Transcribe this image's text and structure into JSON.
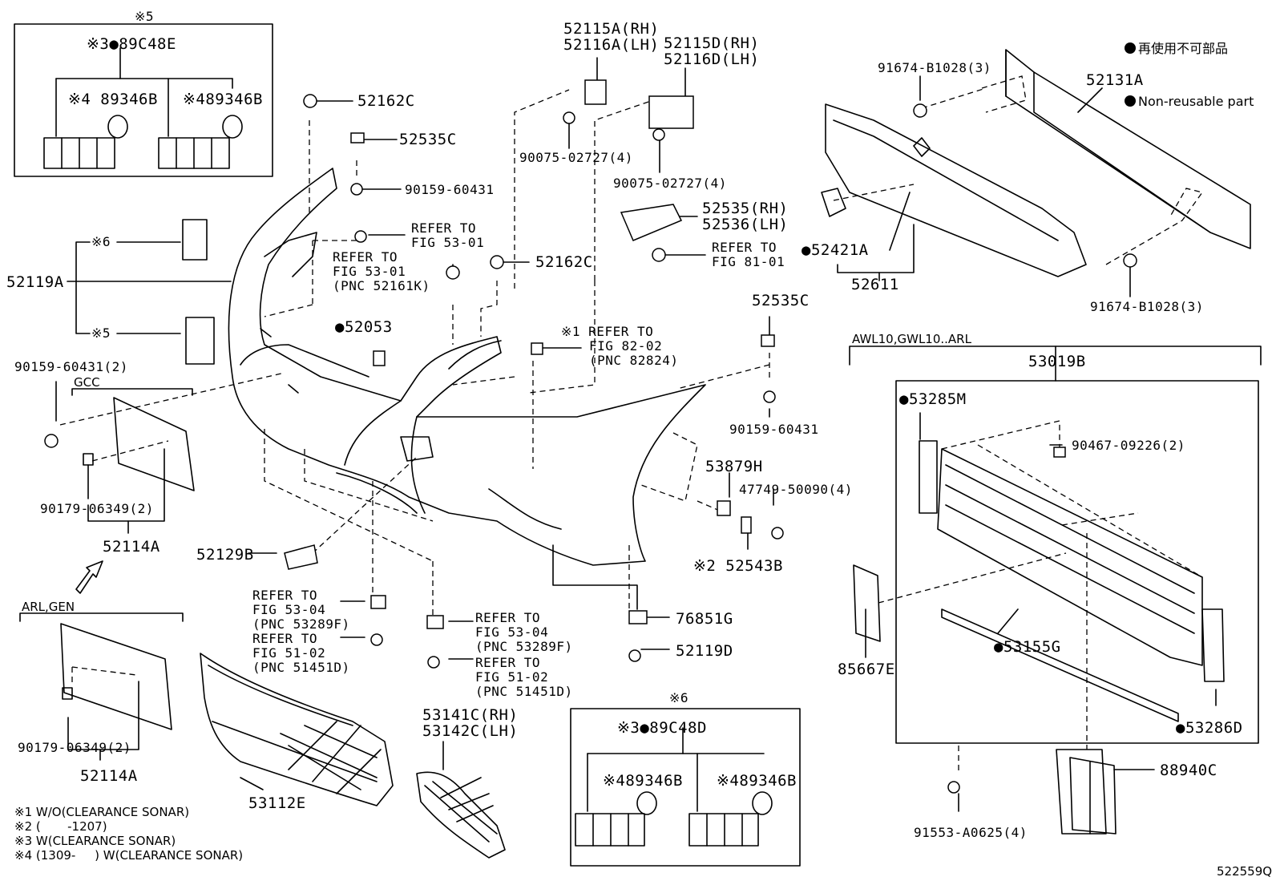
{
  "legend": {
    "jp": "再使用不可部品",
    "en": "Non-reusable part"
  },
  "diagram_code": "522559Q",
  "boxes": {
    "box5": {
      "title": "※5",
      "top": "※3●89C48E",
      "left": "※4 89346B",
      "right": "※489346B"
    },
    "box6": {
      "title": "※6",
      "top": "※3●89C48D",
      "left": "※489346B",
      "right": "※489346B"
    },
    "gcc": "GCC",
    "arl_gen": "ARL,GEN",
    "awl": "AWL10,GWL10..ARL"
  },
  "labels": {
    "p52162C_top": "52162C",
    "p52535C_top": "52535C",
    "p90159_60431_top": "90159-60431",
    "p52115A": "52115A(RH)",
    "p52116A": "52116A(LH)",
    "p52115D": "52115D(RH)",
    "p52116D": "52116D(LH)",
    "p90075_a": "90075-02727(4)",
    "p90075_b": "90075-02727(4)",
    "p91674_top": "91674-B1028(3)",
    "p52131A": "52131A",
    "p52535": "52535(RH)",
    "p52536": "52536(LH)",
    "p52421A": "●52421A",
    "p52611": "52611",
    "p91674_bottom": "91674-B1028(3)",
    "refer_81_1": "REFER TO",
    "refer_81_2": "FIG 81-01",
    "refer_53_01a_1": "REFER TO",
    "refer_53_01a_2": "FIG 53-01",
    "refer_53_01b_1": "REFER TO",
    "refer_53_01b_2": "FIG 53-01",
    "refer_53_01b_3": "(PNC 52161K)",
    "p52162C_mid": "52162C",
    "x6_label": "※6",
    "x5_label": "※5",
    "p52119A": "52119A",
    "p52053": "●52053",
    "refer_82_1": "※1 REFER TO",
    "refer_82_2": "FIG 82-02",
    "refer_82_3": "(PNC 82824)",
    "p52535C_right": "52535C",
    "p90159_60431_right": "90159-60431",
    "p90159_60431_2": "90159-60431(2)",
    "p90179_a": "90179-06349(2)",
    "p52114A_a": "52114A",
    "p90179_b": "90179-06349(2)",
    "p52114A_b": "52114A",
    "p53879H": "53879H",
    "p47749": "47749-50090(4)",
    "p52543B": "※2 52543B",
    "p52129B": "52129B",
    "refer_5304a_1": "REFER TO",
    "refer_5304a_2": "FIG 53-04",
    "refer_5304a_3": "(PNC 53289F)",
    "refer_5102a_1": "REFER TO",
    "refer_5102a_2": "FIG 51-02",
    "refer_5102a_3": "(PNC 51451D)",
    "refer_5304b_1": "REFER TO",
    "refer_5304b_2": "FIG 53-04",
    "refer_5304b_3": "(PNC 53289F)",
    "refer_5102b_1": "REFER TO",
    "refer_5102b_2": "FIG 51-02",
    "refer_5102b_3": "(PNC 51451D)",
    "p76851G": "76851G",
    "p52119D": "52119D",
    "p53141C": "53141C(RH)",
    "p53142C": "53142C(LH)",
    "p53112E": "53112E",
    "p53019B": "53019B",
    "p53285M": "●53285M",
    "p90467": "90467-09226(2)",
    "p85667E": "85667E",
    "p53155G": "●53155G",
    "p53286D": "●53286D",
    "p88940C": "88940C",
    "p91553": "91553-A0625(4)"
  },
  "footnotes": [
    "※1 W/O(CLEARANCE SONAR)",
    "※2 (       -1207)",
    "※3 W(CLEARANCE SONAR)",
    "※4 (1309-     ) W(CLEARANCE SONAR)"
  ]
}
